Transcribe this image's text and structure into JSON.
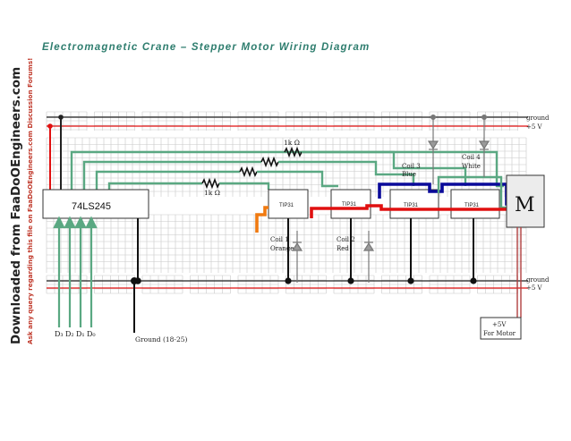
{
  "title": "Electromagnetic Crane – Stepper Motor Wiring Diagram",
  "watermark": {
    "line1": "Downloaded from FaaDoOEngineers.com",
    "line2": "Ask any query regarding this file on FaaDoOEngineers.com Discussion Forums!"
  },
  "rails": {
    "top_ground": "ground",
    "top_plus5v": "+5 V",
    "bottom_ground": "ground",
    "bottom_plus5v": "+5 V"
  },
  "ic": {
    "label": "74LS245"
  },
  "resistors": {
    "r_top": "1k Ω",
    "r_mid": "1k Ω"
  },
  "transistors": [
    "TIP31",
    "TIP31",
    "TIP31",
    "TIP31"
  ],
  "coils": {
    "coil1": {
      "name": "Coil 1",
      "color": "Orange"
    },
    "coil2": {
      "name": "Coil 2",
      "color": "Red"
    },
    "coil3": {
      "name": "Coil 3",
      "color": "Blue"
    },
    "coil4": {
      "name": "Coil 4",
      "color": "White"
    }
  },
  "motor": {
    "label": "M"
  },
  "inputs": {
    "d3": "D₃",
    "d2": "D₂",
    "d1": "D₁",
    "d0": "D₀"
  },
  "ground_label": "Ground (18-25)",
  "motor_supply": {
    "line1": "+5V",
    "line2": "For Motor"
  },
  "colors": {
    "title": "#2e7d6e",
    "green_wire": "#5aa882",
    "red_wire": "#e01010",
    "blue_wire": "#0a0a9a",
    "orange_wire": "#f07a10",
    "grid": "#c8c8c8",
    "motor_lead": "#b04040"
  }
}
